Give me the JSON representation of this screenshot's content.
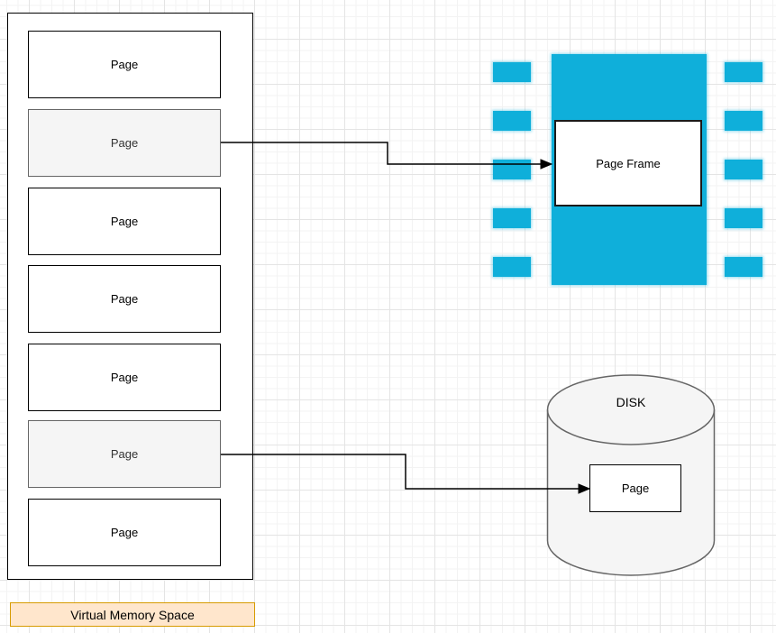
{
  "virtual_memory": {
    "label": "Virtual Memory Space",
    "pages": [
      {
        "label": "Page",
        "highlighted": false
      },
      {
        "label": "Page",
        "highlighted": true
      },
      {
        "label": "Page",
        "highlighted": false
      },
      {
        "label": "Page",
        "highlighted": false
      },
      {
        "label": "Page",
        "highlighted": false
      },
      {
        "label": "Page",
        "highlighted": true
      },
      {
        "label": "Page",
        "highlighted": false
      }
    ]
  },
  "physical_memory": {
    "page_frame_label": "Page Frame",
    "pins_per_side": 5
  },
  "disk": {
    "label": "DISK",
    "page_label": "Page"
  },
  "colors": {
    "chip_fill": "#0fafda",
    "gray_fill": "#f5f5f5",
    "gray_stroke": "#666666",
    "label_fill": "#ffe6cc",
    "label_stroke": "#d79b00",
    "connector": "#000000"
  }
}
